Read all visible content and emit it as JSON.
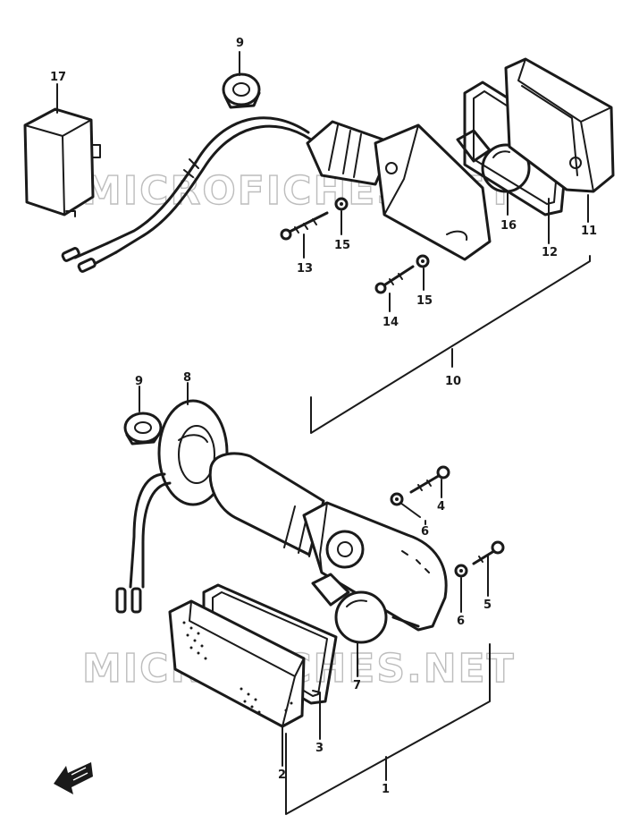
{
  "watermark": {
    "text": "MICROFICHES.NET",
    "color": "#bdbdbd"
  },
  "callouts": {
    "p1": "1",
    "p2": "2",
    "p3": "3",
    "p4": "4",
    "p5": "5",
    "p6a": "6",
    "p6b": "6",
    "p7": "7",
    "p8": "8",
    "p9a": "9",
    "p9b": "9",
    "p10": "10",
    "p11": "11",
    "p12": "12",
    "p13": "13",
    "p14": "14",
    "p15a": "15",
    "p15b": "15",
    "p16": "16",
    "p17": "17"
  },
  "ink_color": "#1a1a1a"
}
